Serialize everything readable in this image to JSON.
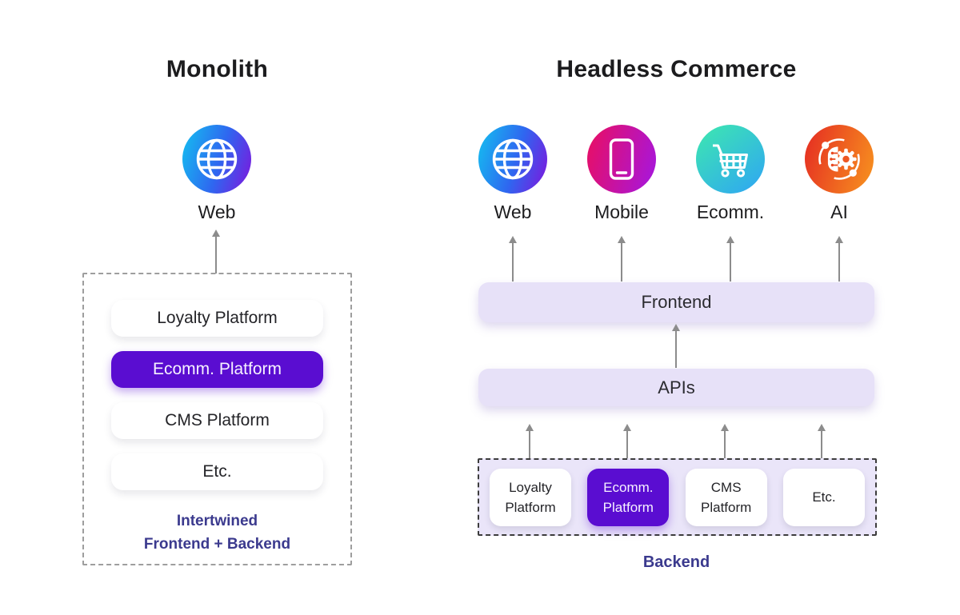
{
  "colors": {
    "accent_purple": "#5a0dd1",
    "indigo_text": "#3b3a8e",
    "lavender_bar": "#e7e1f8",
    "lavender_backend_fill": "#eae5f9",
    "arrow_gray": "#8c8c8c",
    "web_gradient": [
      "#17b4f0",
      "#7222e0"
    ],
    "mobile_gradient": [
      "#e50f6a",
      "#a916d8"
    ],
    "ecomm_gradient": [
      "#3de6b1",
      "#2fa7f2"
    ],
    "ai_gradient": [
      "#e63322",
      "#f68c1f"
    ]
  },
  "left": {
    "title": "Monolith",
    "channel": {
      "icon": "globe-icon",
      "label": "Web"
    },
    "stack": {
      "items": [
        {
          "label": "Loyalty Platform"
        },
        {
          "label": "Ecomm. Platform"
        },
        {
          "label": "CMS Platform"
        },
        {
          "label": "Etc."
        }
      ],
      "caption": [
        "Intertwined",
        "Frontend + Backend"
      ]
    }
  },
  "right": {
    "title": "Headless Commerce",
    "channels": [
      {
        "icon": "globe-icon",
        "label": "Web"
      },
      {
        "icon": "smartphone-icon",
        "label": "Mobile"
      },
      {
        "icon": "cart-icon",
        "label": "Ecomm."
      },
      {
        "icon": "ai-icon",
        "label": "AI"
      }
    ],
    "frontend": {
      "label": "Frontend"
    },
    "apis": {
      "label": "APIs"
    },
    "backend": {
      "label": "Backend",
      "items": [
        {
          "line1": "Loyalty",
          "line2": "Platform"
        },
        {
          "line1": "Ecomm.",
          "line2": "Platform"
        },
        {
          "line1": "CMS",
          "line2": "Platform"
        },
        {
          "line1": "Etc.",
          "line2": ""
        }
      ]
    }
  }
}
